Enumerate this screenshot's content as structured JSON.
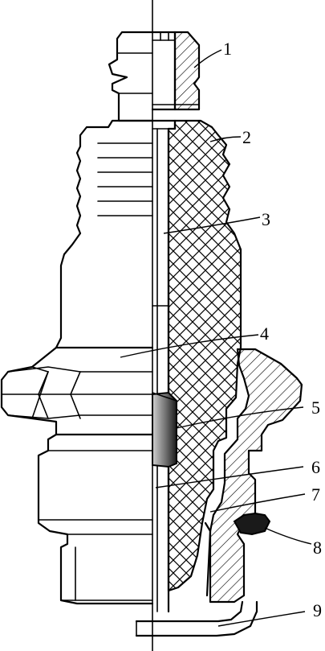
{
  "diagram": {
    "subject": "spark plug half cross-section",
    "colors": {
      "line": "#000000",
      "background": "#ffffff",
      "contact_shading_dark": "#1a1a1a",
      "contact_shading_light": "#d0d0d0"
    },
    "callouts": [
      {
        "id": "1",
        "label": "1"
      },
      {
        "id": "2",
        "label": "2"
      },
      {
        "id": "3",
        "label": "3"
      },
      {
        "id": "4",
        "label": "4"
      },
      {
        "id": "5",
        "label": "5"
      },
      {
        "id": "6",
        "label": "6"
      },
      {
        "id": "7",
        "label": "7"
      },
      {
        "id": "8",
        "label": "8"
      },
      {
        "id": "9",
        "label": "9"
      }
    ]
  }
}
